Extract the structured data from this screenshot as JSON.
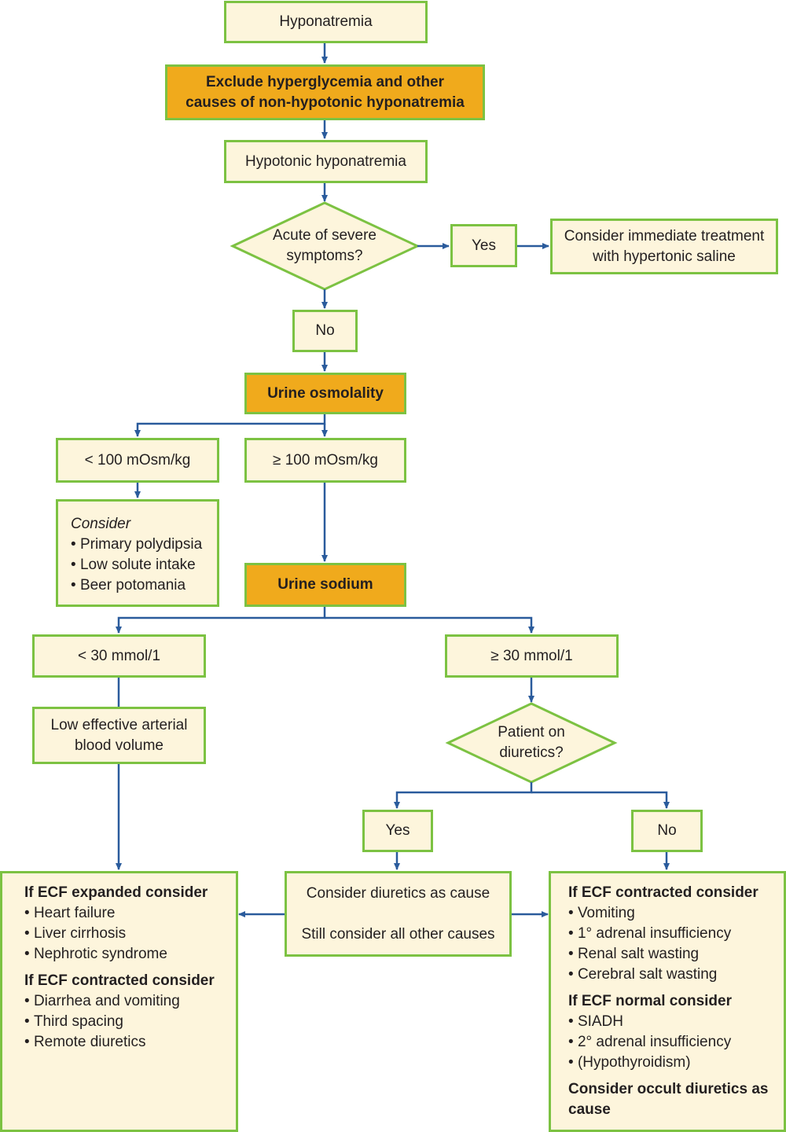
{
  "nodes": {
    "hyponatremia": "Hyponatremia",
    "exclude": [
      "Exclude hyperglycemia and other",
      "causes of non-hypotonic hyponatremia"
    ],
    "hypotonic": "Hypotonic hyponatremia",
    "acute_question": [
      "Acute of severe",
      "symptoms?"
    ],
    "yes_top": "Yes",
    "immediate": [
      "Consider immediate treatment",
      "with hypertonic saline"
    ],
    "no_top": "No",
    "urine_osm": "Urine osmolality",
    "lt100": "< 100 mOsm/kg",
    "ge100": "≥ 100 mOsm/kg",
    "consider_box": {
      "title": "Consider",
      "items": [
        "Primary polydipsia",
        "Low solute intake",
        "Beer potomania"
      ]
    },
    "urine_na": "Urine sodium",
    "lt30": "< 30 mmol/1",
    "ge30": "≥ 30 mmol/1",
    "low_eabv": [
      "Low effective arterial",
      "blood volume"
    ],
    "diuretics_question": [
      "Patient on",
      "diuretics?"
    ],
    "yes_diuretics": "Yes",
    "no_diuretics": "No",
    "diuretics_cause": [
      "Consider diuretics as cause",
      "Still consider all other causes"
    ],
    "left_result": {
      "expanded_title": "If ECF expanded consider",
      "expanded_items": [
        "Heart failure",
        "Liver cirrhosis",
        "Nephrotic syndrome"
      ],
      "contracted_title": "If ECF contracted consider",
      "contracted_items": [
        "Diarrhea and vomiting",
        "Third spacing",
        "Remote diuretics"
      ]
    },
    "right_result": {
      "contracted_title": "If ECF contracted consider",
      "contracted_items": [
        "Vomiting",
        "1° adrenal insufficiency",
        "Renal salt wasting",
        "Cerebral salt wasting"
      ],
      "normal_title": "If ECF normal consider",
      "normal_items": [
        "SIADH",
        "2° adrenal insufficiency",
        "(Hypothyroidism)"
      ],
      "occult": [
        "Consider occult diuretics as",
        "cause"
      ]
    }
  },
  "colors": {
    "box_fill": "#fdf5dc",
    "box_border": "#7cc242",
    "highlight_fill": "#f0aa1c",
    "connector": "#2a5b9c"
  }
}
